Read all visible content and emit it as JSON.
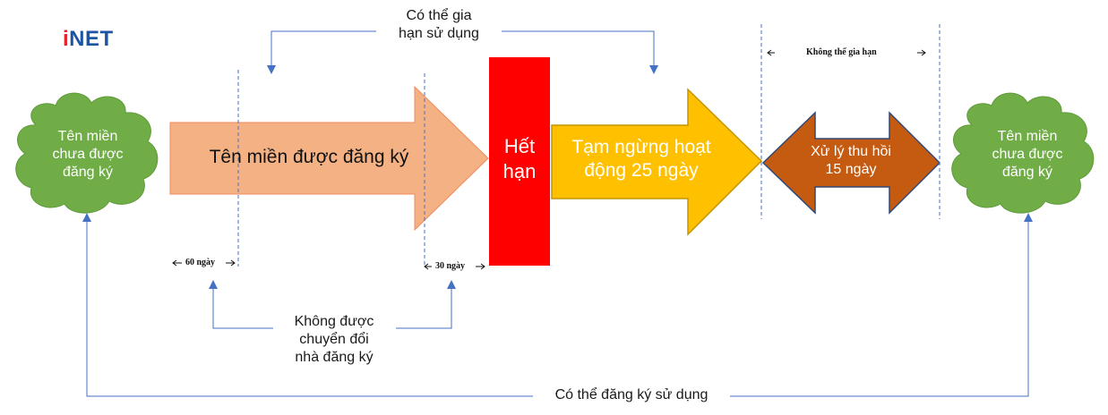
{
  "logo": {
    "prefix": "i",
    "suffix": "NET",
    "color_red": "#e3262e",
    "color_blue": "#1d55a5"
  },
  "left_cloud": {
    "lines": [
      "Tên miền",
      "chưa được",
      "đăng ký"
    ],
    "color": "#70ad47"
  },
  "right_cloud": {
    "lines": [
      "Tên miền",
      "chưa được",
      "đăng ký"
    ],
    "color": "#70ad47"
  },
  "registered_arrow": {
    "label": "Tên miền được đăng ký",
    "color": "#f4b183"
  },
  "expired_block": {
    "lines": [
      "Hết",
      "hạn"
    ],
    "color": "#ff0000"
  },
  "suspend_arrow": {
    "lines": [
      "Tạm ngừng hoạt",
      "động 25 ngày"
    ],
    "color": "#ffc000"
  },
  "recovery_arrow": {
    "lines": [
      "Xử lý thu hồi",
      "15 ngày"
    ],
    "color": "#c55a11"
  },
  "renew_label": {
    "lines": [
      "Có thể gia",
      "hạn sử dụng"
    ]
  },
  "no_renew_label": {
    "text": "Không thể gia hạn"
  },
  "day60_label": {
    "text": "60 ngày"
  },
  "day30_label": {
    "text": "30 ngày"
  },
  "no_transfer_label": {
    "lines": [
      "Không được",
      "chuyển đổi",
      "nhà đăng ký"
    ]
  },
  "register_again_label": {
    "text": "Có thể đăng ký sử dụng"
  },
  "connector_color": "#4472c4"
}
